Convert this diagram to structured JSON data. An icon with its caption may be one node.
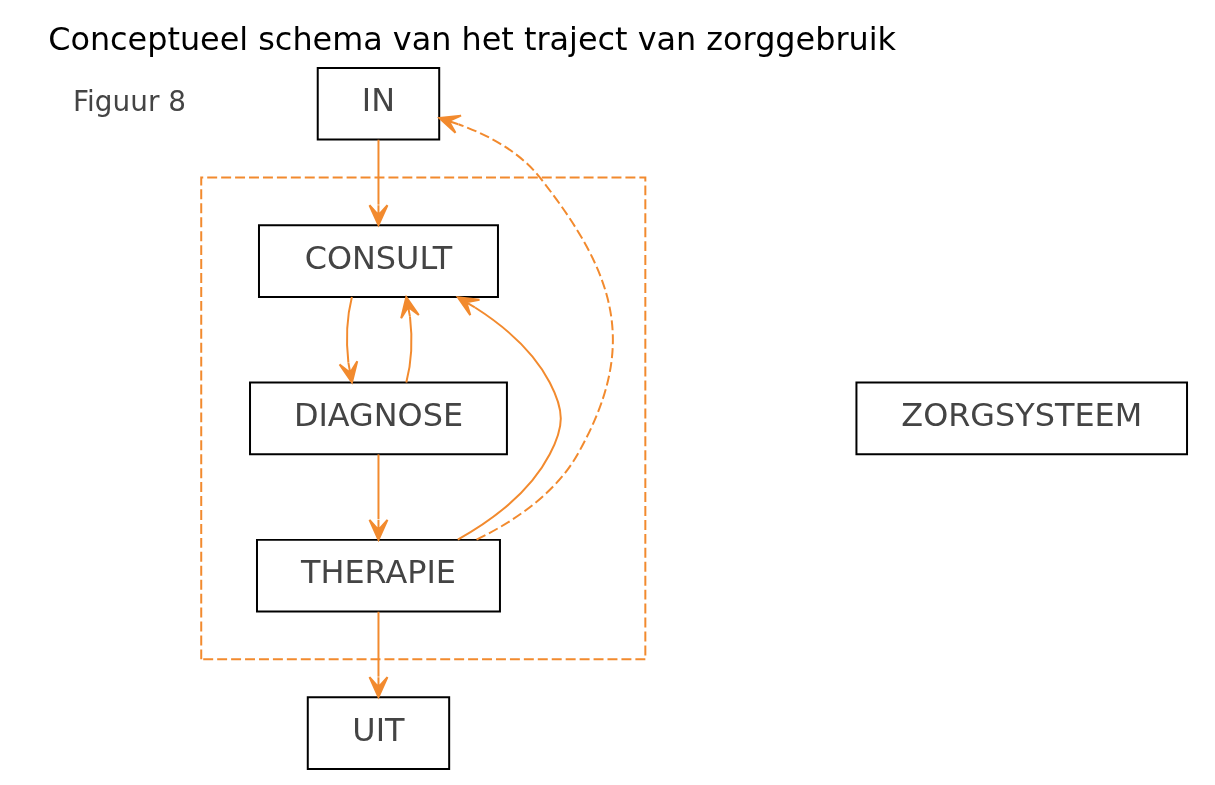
{
  "diagram": {
    "title": "Conceptueel schema van het traject van zorggebruik",
    "nodes": [
      {
        "text": [
          "IN"
        ]
      },
      {
        "text": [],
        "shape": "box"
      },
      {
        "text": [
          "CONSULT"
        ],
        "in": 1
      },
      {
        "text": [
          "DIAGNOSE"
        ],
        "in": 1
      },
      {
        "text": [
          "THERAPIE"
        ],
        "in": 1
      },
      {
        "text": [
          "ZORGSYSTEEM"
        ]
      },
      {
        "text": [
          "UIT"
        ]
      }
    ],
    "edges": [
      {
        "from": 0,
        "to": 2,
        "arrow": "to"
      },
      {
        "from": 2,
        "to": 3,
        "arrow": "to"
      },
      {
        "from": 3,
        "to": 2,
        "arrow": "to"
      },
      {
        "from": 3,
        "to": 4,
        "arrow": "to"
      },
      {
        "from": 4,
        "to": 2,
        "arrow": "to"
      },
      {
        "from": 4,
        "to": 6,
        "arrow": "to"
      },
      {
        "from": 4,
        "to": 0,
        "arrow": "to",
        "style": "dashed"
      }
    ],
    "labels": [
      "Figuur 8"
    ]
  }
}
